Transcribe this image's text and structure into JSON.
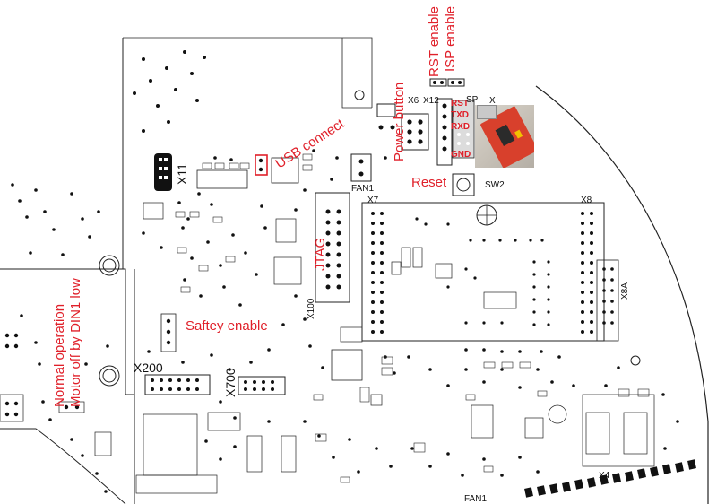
{
  "labels": {
    "rst_enable": "RST enable",
    "isp_enable": "ISP enable",
    "power_button": "Power button",
    "usb_connect": "USB connect",
    "reset": "Reset",
    "jtag": "JTAG",
    "safety_enable": "Saftey enable",
    "normal_operation": "Normal operation",
    "motor_off": "Motor off by DIN1 low"
  },
  "pin_labels": [
    "RST",
    "TXD",
    "RXD",
    "GND"
  ],
  "isp_suffix": "SP",
  "silkscreen": {
    "x6": "X6",
    "x12": "X12",
    "x7": "X7",
    "x8": "X8",
    "x11": "X11",
    "x4": "X4",
    "x100": "X100",
    "x200": "X200",
    "x700": "X700",
    "x8a": "X8A",
    "x_top": "X",
    "sw2": "SW2",
    "fan1": "FAN1",
    "fan1_bottom": "FAN1"
  },
  "colors": {
    "annotation": "#e0202a",
    "silk": "#111111",
    "background": "#ffffff"
  }
}
